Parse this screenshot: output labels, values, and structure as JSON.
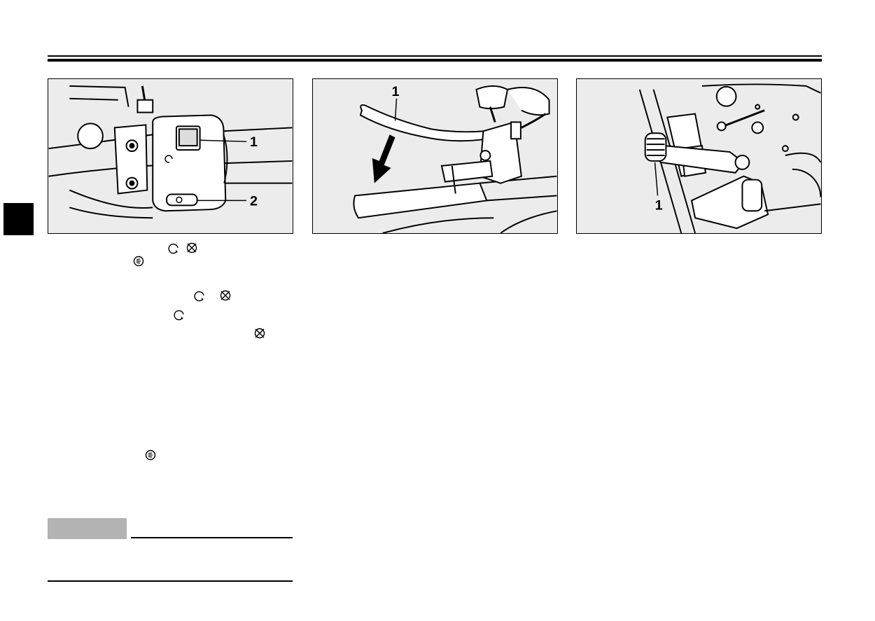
{
  "figures": [
    {
      "name": "engine-stop-start-switch-figure",
      "callouts": [
        "1",
        "2"
      ]
    },
    {
      "name": "clutch-lever-figure",
      "callouts": [
        "1"
      ]
    },
    {
      "name": "shift-pedal-figure",
      "callouts": [
        "1"
      ]
    }
  ],
  "colors": {
    "figure_bg": "#ececec",
    "note_box": "#b3b3b3",
    "ink": "#000000"
  }
}
